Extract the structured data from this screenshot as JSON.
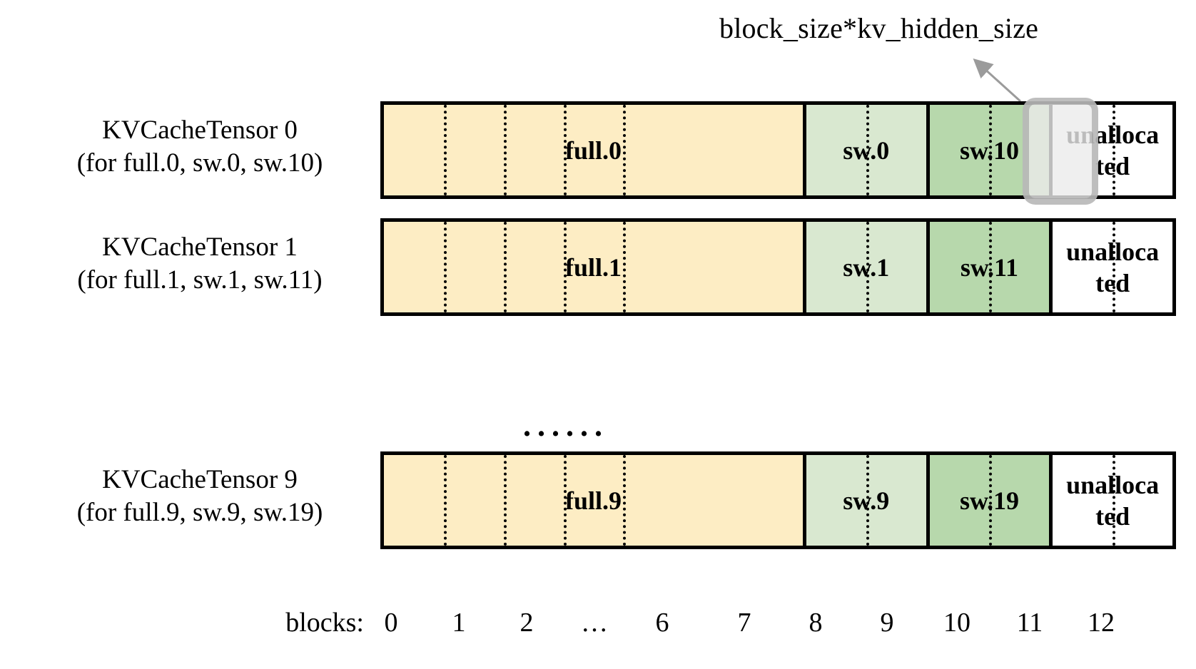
{
  "diagram": {
    "callout": {
      "label": "block_size*kv_hidden_size",
      "arrow_icon": "arrow-up-left-icon",
      "highlight_target_block": "11"
    },
    "ellipsis": "......",
    "colors": {
      "full_attention": "#fdedc4",
      "sliding_window_light": "#d9e8d0",
      "sliding_window_dark": "#b7d8ac",
      "unallocated": "#ffffff",
      "border": "#000000",
      "highlight": "#ebebeb"
    },
    "rows": [
      {
        "title": "KVCacheTensor 0",
        "subtitle": "(for full.0, sw.0, sw.10)",
        "segments": [
          {
            "label": "full.0",
            "kind": "full",
            "blocks": 7
          },
          {
            "label": "sw.0",
            "kind": "sw-light",
            "blocks": 2
          },
          {
            "label": "sw.10",
            "kind": "sw-dark",
            "blocks": 2
          },
          {
            "label": "unalloca\nted",
            "kind": "unalloc",
            "blocks": 2
          }
        ]
      },
      {
        "title": "KVCacheTensor 1",
        "subtitle": "(for full.1, sw.1, sw.11)",
        "segments": [
          {
            "label": "full.1",
            "kind": "full",
            "blocks": 7
          },
          {
            "label": "sw.1",
            "kind": "sw-light",
            "blocks": 2
          },
          {
            "label": "sw.11",
            "kind": "sw-dark",
            "blocks": 2
          },
          {
            "label": "unalloca\nted",
            "kind": "unalloc",
            "blocks": 2
          }
        ]
      },
      {
        "title": "KVCacheTensor 9",
        "subtitle": "(for full.9, sw.9, sw.19)",
        "segments": [
          {
            "label": "full.9",
            "kind": "full",
            "blocks": 7
          },
          {
            "label": "sw.9",
            "kind": "sw-light",
            "blocks": 2
          },
          {
            "label": "sw.19",
            "kind": "sw-dark",
            "blocks": 2
          },
          {
            "label": "unalloca\nted",
            "kind": "unalloc",
            "blocks": 2
          }
        ]
      }
    ],
    "axis": {
      "title": "blocks:",
      "ticks": [
        "0",
        "1",
        "2",
        "…",
        "6",
        "7",
        "8",
        "9",
        "10",
        "11",
        "12"
      ]
    }
  }
}
